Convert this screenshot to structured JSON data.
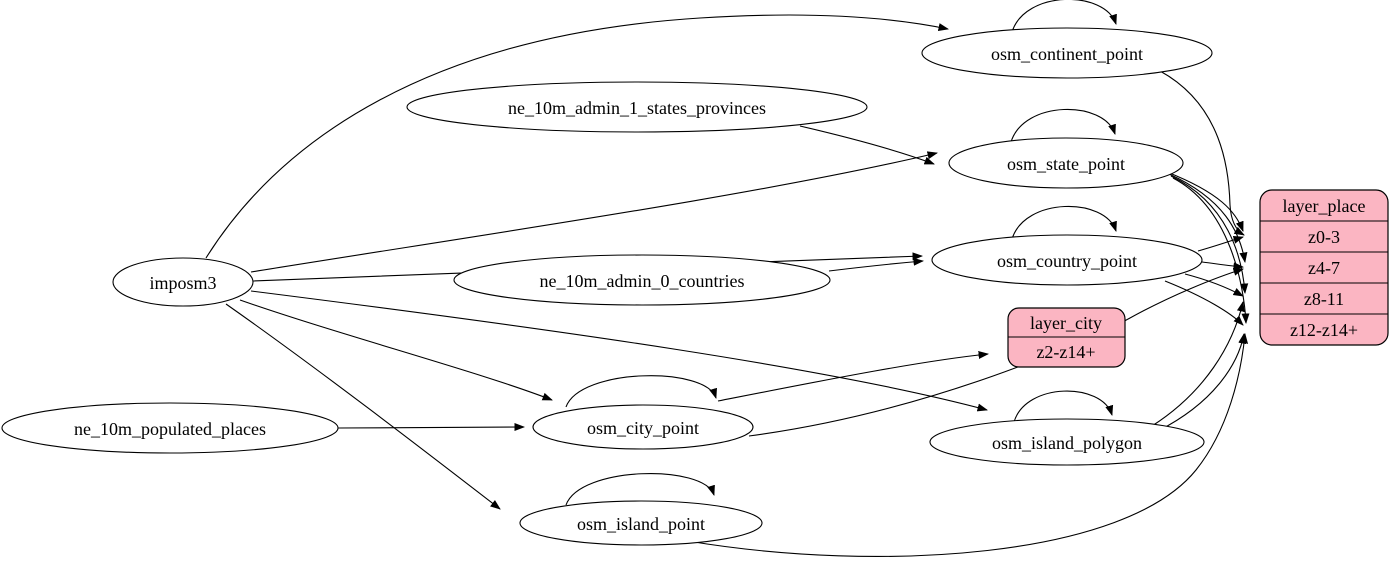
{
  "diagram": {
    "kind": "etl-graph",
    "colors": {
      "background": "#ffffff",
      "table_fill": "#ffffff",
      "layer_fill": "#FBB5C2",
      "stroke": "#000000"
    },
    "nodes": {
      "imposm3": {
        "label": "imposm3"
      },
      "ne_10m_admin_1_states_provinces": {
        "label": "ne_10m_admin_1_states_provinces"
      },
      "ne_10m_admin_0_countries": {
        "label": "ne_10m_admin_0_countries"
      },
      "ne_10m_populated_places": {
        "label": "ne_10m_populated_places"
      },
      "osm_continent_point": {
        "label": "osm_continent_point"
      },
      "osm_state_point": {
        "label": "osm_state_point"
      },
      "osm_country_point": {
        "label": "osm_country_point"
      },
      "osm_city_point": {
        "label": "osm_city_point"
      },
      "osm_island_polygon": {
        "label": "osm_island_polygon"
      },
      "osm_island_point": {
        "label": "osm_island_point"
      },
      "layer_city": {
        "label": "layer_city",
        "rows": [
          "z2-z14+"
        ]
      },
      "layer_place": {
        "label": "layer_place",
        "rows": [
          "z0-3",
          "z4-7",
          "z8-11",
          "z12-z14+"
        ]
      }
    },
    "edges": [
      {
        "from": "imposm3",
        "to": "osm_continent_point"
      },
      {
        "from": "imposm3",
        "to": "osm_state_point"
      },
      {
        "from": "imposm3",
        "to": "osm_country_point"
      },
      {
        "from": "imposm3",
        "to": "osm_city_point"
      },
      {
        "from": "imposm3",
        "to": "osm_island_polygon"
      },
      {
        "from": "imposm3",
        "to": "osm_island_point"
      },
      {
        "from": "ne_10m_admin_1_states_provinces",
        "to": "osm_state_point"
      },
      {
        "from": "ne_10m_admin_0_countries",
        "to": "osm_country_point"
      },
      {
        "from": "ne_10m_populated_places",
        "to": "osm_city_point"
      },
      {
        "from": "osm_continent_point",
        "to": "osm_continent_point",
        "self_loop": true
      },
      {
        "from": "osm_state_point",
        "to": "osm_state_point",
        "self_loop": true
      },
      {
        "from": "osm_country_point",
        "to": "osm_country_point",
        "self_loop": true
      },
      {
        "from": "osm_city_point",
        "to": "osm_city_point",
        "self_loop": true
      },
      {
        "from": "osm_island_polygon",
        "to": "osm_island_polygon",
        "self_loop": true
      },
      {
        "from": "osm_island_point",
        "to": "osm_island_point",
        "self_loop": true
      },
      {
        "from": "osm_continent_point",
        "to": "layer_place",
        "to_row": "z0-3"
      },
      {
        "from": "osm_state_point",
        "to": "layer_place",
        "to_row": "z0-3"
      },
      {
        "from": "osm_state_point",
        "to": "layer_place",
        "to_row": "z4-7"
      },
      {
        "from": "osm_state_point",
        "to": "layer_place",
        "to_row": "z8-11"
      },
      {
        "from": "osm_state_point",
        "to": "layer_place",
        "to_row": "z12-z14+"
      },
      {
        "from": "osm_country_point",
        "to": "layer_place",
        "to_row": "z0-3"
      },
      {
        "from": "osm_country_point",
        "to": "layer_place",
        "to_row": "z4-7"
      },
      {
        "from": "osm_country_point",
        "to": "layer_place",
        "to_row": "z8-11"
      },
      {
        "from": "osm_country_point",
        "to": "layer_place",
        "to_row": "z12-z14+"
      },
      {
        "from": "osm_city_point",
        "to": "layer_city",
        "to_row": "z2-z14+"
      },
      {
        "from": "osm_city_point",
        "to": "layer_place",
        "to_row": "z4-7"
      },
      {
        "from": "osm_island_polygon",
        "to": "layer_place",
        "to_row": "z8-11"
      },
      {
        "from": "osm_island_polygon",
        "to": "layer_place",
        "to_row": "z12-z14+"
      },
      {
        "from": "osm_island_point",
        "to": "layer_place",
        "to_row": "z12-z14+"
      }
    ]
  }
}
